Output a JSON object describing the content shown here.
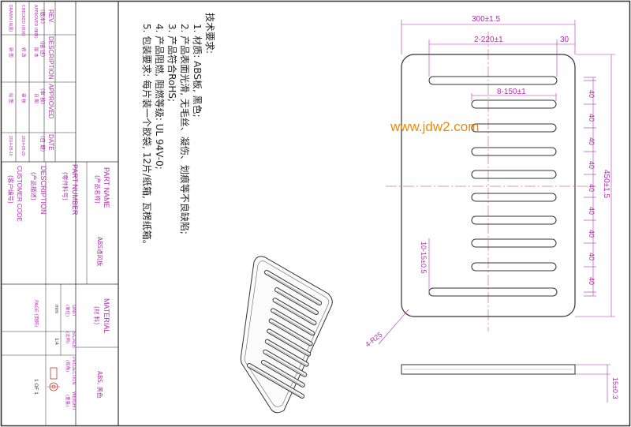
{
  "title_block": {
    "rev_label": "REV.",
    "rev_cn": "(版本)",
    "description_label": "DESCRIPTION",
    "description_cn": "(描 述)",
    "approved_label": "APPROVED",
    "approved_cn": "(审 核)",
    "date_label": "DATE",
    "date_cn": "(日 期)",
    "row_labels": [
      "DRAWN (绘图)",
      "CHECKED (校对)",
      "APPROVED (审核)"
    ],
    "row_desc": [
      "新 图",
      "修 改",
      "版 本"
    ],
    "row_approved": [
      "绘 图",
      "审 核",
      "日 期"
    ],
    "date_values": [
      "2014-05-10",
      "2014-05-20"
    ],
    "part_name_label": "PART NAME",
    "part_name_cn": "(产品名称)",
    "part_name_value": "ABS通风板",
    "part_number_label": "PART NUMBER",
    "part_number_cn": "(零件料号)",
    "description2_label": "DESCRIPTION",
    "description2_cn": "(产品描述)",
    "customer_code_label": "CUSTOMER CODE",
    "customer_code_cn": "(客户编号)",
    "material_label": "MATERIAL",
    "material_cn": "(材 料)",
    "material_value": "ABS, 黑色",
    "unit_label": "UNIT",
    "unit_cn": "(单位)",
    "unit_value": "mm",
    "scale_label": "SCALE",
    "scale_cn": "(比例)",
    "scale_value": "1:4",
    "projection_label": "PROJECTION",
    "projection_cn": "(视角)",
    "weight_label": "WEIGHT",
    "weight_cn": "(重量)",
    "page_label": "PAGE (页码)",
    "page_value": "1 OF 1"
  },
  "notes": {
    "heading": "技术要求:",
    "lines": [
      "1. 材质: ABS板, 黑色;",
      "2. 产品表面光滑, 无毛丝、凝伤、划痕等不良缺陷;",
      "3. 产品符合RoHS;",
      "4. 产品阻燃, 阻燃等级: UL 94V-0;",
      "5. 包装要求: 每片装一个胶袋, 12片/纸箱, 瓦楞纸箱。"
    ]
  },
  "dimensions": {
    "overall_width": "300±1.5",
    "long_slot": "2-220±1",
    "edge_offset": "30",
    "short_slot": "8-150±1",
    "overall_height": "450±1.5",
    "pitch": [
      "40",
      "40",
      "40",
      "40",
      "40",
      "40",
      "40",
      "40",
      "40"
    ],
    "slot_width": "10-15±0.5",
    "corner_radius": "4-R25",
    "thickness": "15±0.3"
  },
  "watermark": "www.jdw2.com",
  "colors": {
    "line": "#333333",
    "dimension": "#b02fb0",
    "watermark": "#f08a00",
    "centerline": "#c0392b"
  }
}
